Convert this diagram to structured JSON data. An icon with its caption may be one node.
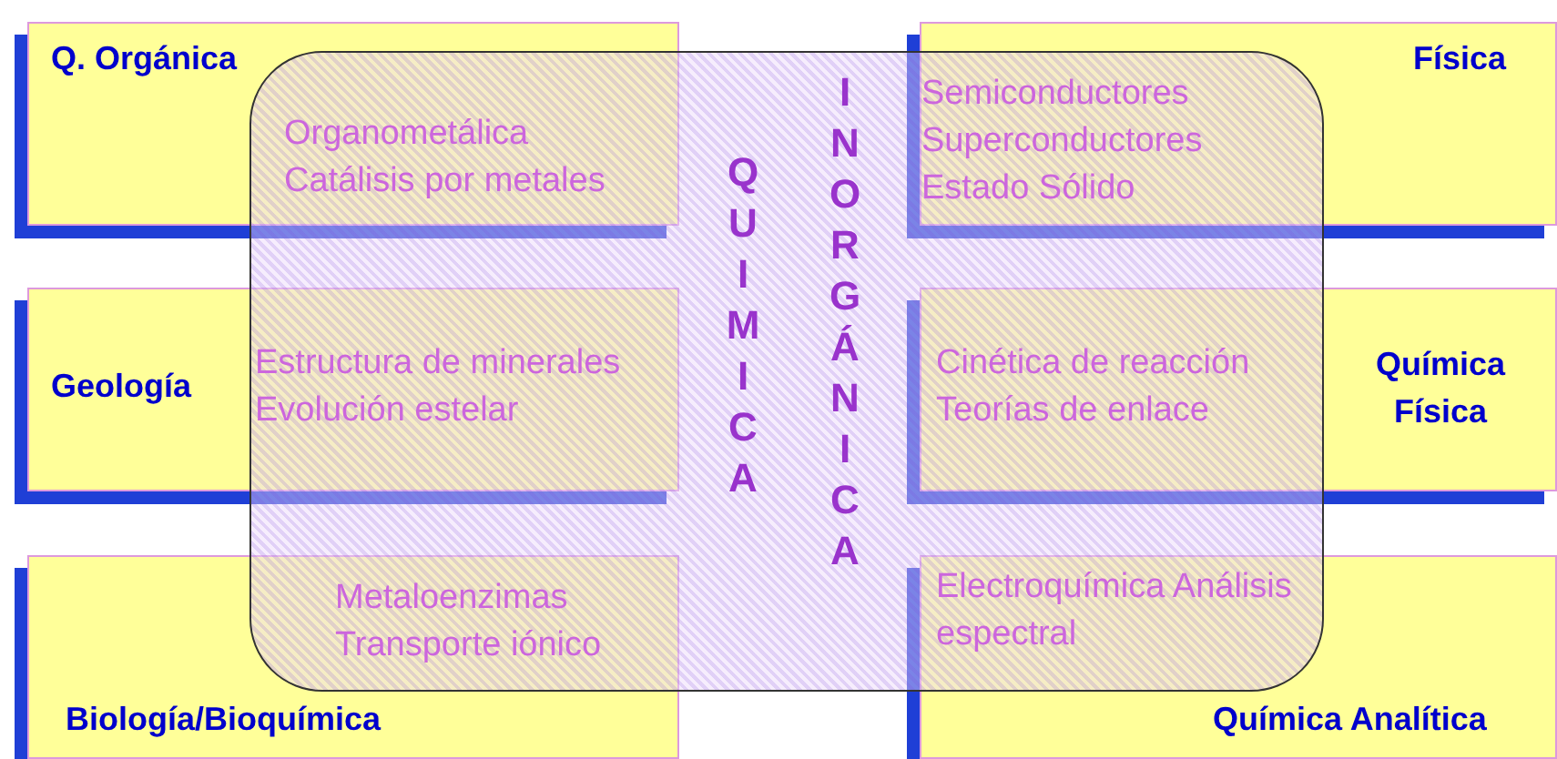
{
  "diagram": {
    "nodes": [
      {
        "text": [
          "Q. Orgánica",
          "Organometálica Catálisis por metales"
        ]
      },
      {
        "text": [
          "Física",
          "Semiconductores Superconductores Estado Sólido"
        ]
      },
      {
        "text": [
          "QUIMICA",
          "INORGÁNICA"
        ]
      },
      {
        "text": [
          "Geología",
          "Estructura de minerales Evolución estelar"
        ]
      },
      {
        "text": [
          "Cinética de reacción Teorías de enlace",
          "Química Física"
        ]
      },
      {
        "text": [
          "Metaloenzimas Transporte iónico",
          "Biología/Bioquímica"
        ]
      },
      {
        "text": [
          "Electroquímica Análisis espectral",
          "Química Analítica"
        ]
      }
    ]
  }
}
